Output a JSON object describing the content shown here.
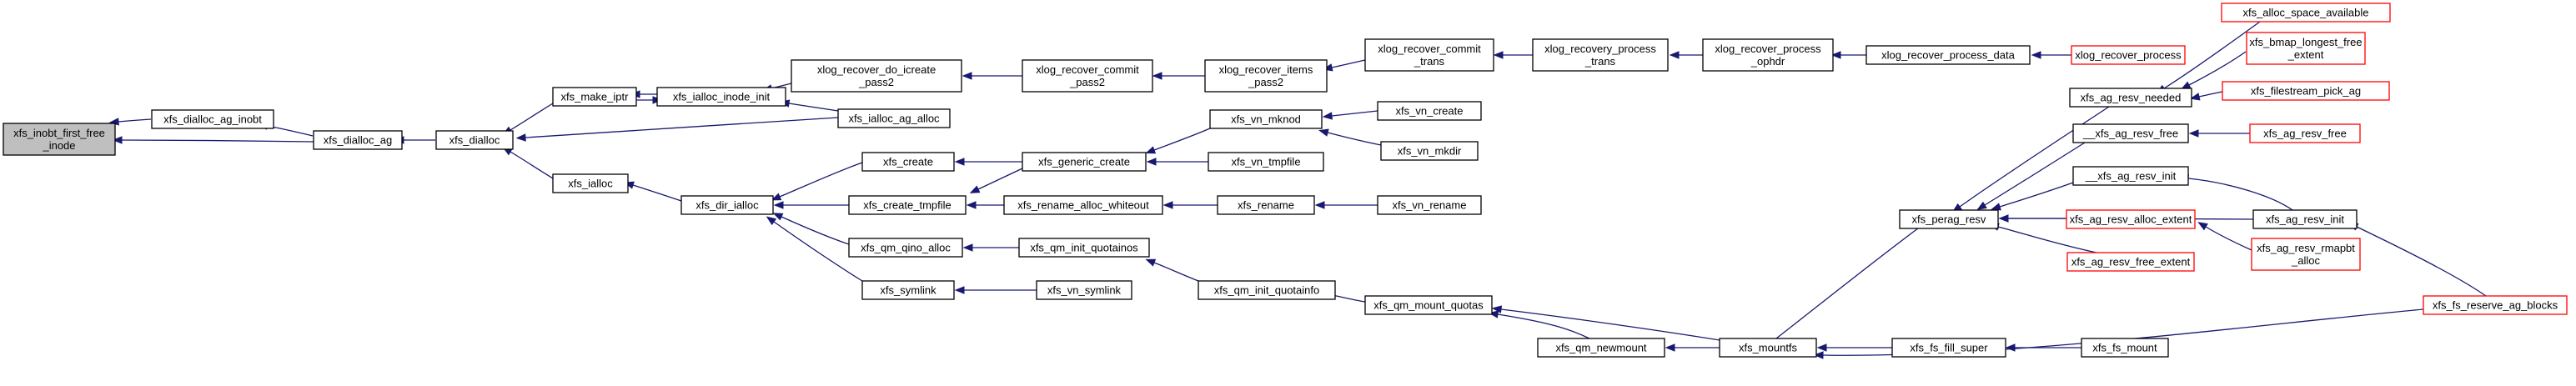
{
  "colors": {
    "edge": "#191970",
    "node_border": "#000000",
    "node_border_truncated": "#ff0000",
    "node_fill": "#ffffff",
    "root_fill": "#bfbfbf"
  },
  "graph": {
    "nodes": [
      {
        "id": "n0",
        "lines": [
          "xfs_inobt_first_free",
          "_inode"
        ],
        "kind": "root"
      },
      {
        "id": "n1",
        "lines": [
          "xfs_dialloc_ag_inobt"
        ],
        "kind": "normal"
      },
      {
        "id": "n2",
        "lines": [
          "xfs_dialloc_ag"
        ],
        "kind": "normal"
      },
      {
        "id": "n3",
        "lines": [
          "xfs_dialloc"
        ],
        "kind": "normal"
      },
      {
        "id": "n4",
        "lines": [
          "xfs_make_iptr"
        ],
        "kind": "normal"
      },
      {
        "id": "n5",
        "lines": [
          "xfs_ialloc_inode_init"
        ],
        "kind": "normal"
      },
      {
        "id": "n6",
        "lines": [
          "xfs_ialloc_ag_alloc"
        ],
        "kind": "normal"
      },
      {
        "id": "n7",
        "lines": [
          "xlog_recover_do_icreate",
          "_pass2"
        ],
        "kind": "normal"
      },
      {
        "id": "n8",
        "lines": [
          "xlog_recover_commit",
          "_pass2"
        ],
        "kind": "normal"
      },
      {
        "id": "n9",
        "lines": [
          "xlog_recover_items",
          "_pass2"
        ],
        "kind": "normal"
      },
      {
        "id": "n10",
        "lines": [
          "xlog_recover_commit",
          "_trans"
        ],
        "kind": "normal"
      },
      {
        "id": "n11",
        "lines": [
          "xlog_recovery_process",
          "_trans"
        ],
        "kind": "normal"
      },
      {
        "id": "n12",
        "lines": [
          "xlog_recover_process",
          "_ophdr"
        ],
        "kind": "normal"
      },
      {
        "id": "n13",
        "lines": [
          "xlog_recover_process_data"
        ],
        "kind": "normal"
      },
      {
        "id": "n14",
        "lines": [
          "xlog_recover_process"
        ],
        "kind": "truncated"
      },
      {
        "id": "n15",
        "lines": [
          "xfs_ialloc"
        ],
        "kind": "normal"
      },
      {
        "id": "n16",
        "lines": [
          "xfs_dir_ialloc"
        ],
        "kind": "normal"
      },
      {
        "id": "n17",
        "lines": [
          "xfs_create"
        ],
        "kind": "normal"
      },
      {
        "id": "n18",
        "lines": [
          "xfs_create_tmpfile"
        ],
        "kind": "normal"
      },
      {
        "id": "n19",
        "lines": [
          "xfs_qm_qino_alloc"
        ],
        "kind": "normal"
      },
      {
        "id": "n20",
        "lines": [
          "xfs_symlink"
        ],
        "kind": "normal"
      },
      {
        "id": "n21",
        "lines": [
          "xfs_generic_create"
        ],
        "kind": "normal"
      },
      {
        "id": "n22",
        "lines": [
          "xfs_rename_alloc_whiteout"
        ],
        "kind": "normal"
      },
      {
        "id": "n23",
        "lines": [
          "xfs_qm_init_quotainos"
        ],
        "kind": "normal"
      },
      {
        "id": "n24",
        "lines": [
          "xfs_vn_symlink"
        ],
        "kind": "normal"
      },
      {
        "id": "n25",
        "lines": [
          "xfs_vn_mknod"
        ],
        "kind": "normal"
      },
      {
        "id": "n26",
        "lines": [
          "xfs_vn_tmpfile"
        ],
        "kind": "normal"
      },
      {
        "id": "n27",
        "lines": [
          "xfs_rename"
        ],
        "kind": "normal"
      },
      {
        "id": "n28",
        "lines": [
          "xfs_qm_init_quotainfo"
        ],
        "kind": "normal"
      },
      {
        "id": "n29",
        "lines": [
          "xfs_vn_create"
        ],
        "kind": "normal"
      },
      {
        "id": "n30",
        "lines": [
          "xfs_vn_mkdir"
        ],
        "kind": "normal"
      },
      {
        "id": "n31",
        "lines": [
          "xfs_vn_rename"
        ],
        "kind": "normal"
      },
      {
        "id": "n32",
        "lines": [
          "xfs_qm_mount_quotas"
        ],
        "kind": "normal"
      },
      {
        "id": "n33",
        "lines": [
          "xfs_qm_newmount"
        ],
        "kind": "normal"
      },
      {
        "id": "n34",
        "lines": [
          "xfs_mountfs"
        ],
        "kind": "normal"
      },
      {
        "id": "n35",
        "lines": [
          "xfs_perag_resv"
        ],
        "kind": "normal"
      },
      {
        "id": "n36",
        "lines": [
          "xfs_fs_fill_super"
        ],
        "kind": "normal"
      },
      {
        "id": "n37",
        "lines": [
          "xfs_fs_mount"
        ],
        "kind": "normal"
      },
      {
        "id": "n38",
        "lines": [
          "xfs_ag_resv_needed"
        ],
        "kind": "normal"
      },
      {
        "id": "n39",
        "lines": [
          "__xfs_ag_resv_free"
        ],
        "kind": "normal"
      },
      {
        "id": "n40",
        "lines": [
          "__xfs_ag_resv_init"
        ],
        "kind": "normal"
      },
      {
        "id": "n41",
        "lines": [
          "xfs_ag_resv_alloc_extent"
        ],
        "kind": "truncated"
      },
      {
        "id": "n42",
        "lines": [
          "xfs_ag_resv_free_extent"
        ],
        "kind": "truncated"
      },
      {
        "id": "n43",
        "lines": [
          "xfs_alloc_space_available"
        ],
        "kind": "truncated"
      },
      {
        "id": "n44",
        "lines": [
          "xfs_bmap_longest_free",
          "_extent"
        ],
        "kind": "truncated"
      },
      {
        "id": "n45",
        "lines": [
          "xfs_filestream_pick_ag"
        ],
        "kind": "truncated"
      },
      {
        "id": "n46",
        "lines": [
          "xfs_ag_resv_free"
        ],
        "kind": "truncated"
      },
      {
        "id": "n47",
        "lines": [
          "xfs_ag_resv_init"
        ],
        "kind": "normal"
      },
      {
        "id": "n48",
        "lines": [
          "xfs_ag_resv_rmapbt",
          "_alloc"
        ],
        "kind": "truncated"
      },
      {
        "id": "n49",
        "lines": [
          "xfs_fs_reserve_ag_blocks"
        ],
        "kind": "truncated"
      }
    ],
    "edges": [
      [
        "n1",
        "n0"
      ],
      [
        "n2",
        "n0"
      ],
      [
        "n2",
        "n1"
      ],
      [
        "n3",
        "n2"
      ],
      [
        "n4",
        "n3"
      ],
      [
        "n6",
        "n3"
      ],
      [
        "n15",
        "n3"
      ],
      [
        "n5",
        "n4"
      ],
      [
        "n4",
        "n5"
      ],
      [
        "n6",
        "n5"
      ],
      [
        "n7",
        "n5"
      ],
      [
        "n8",
        "n7"
      ],
      [
        "n9",
        "n8"
      ],
      [
        "n10",
        "n9"
      ],
      [
        "n11",
        "n10"
      ],
      [
        "n12",
        "n11"
      ],
      [
        "n13",
        "n12"
      ],
      [
        "n14",
        "n13"
      ],
      [
        "n16",
        "n15"
      ],
      [
        "n17",
        "n16"
      ],
      [
        "n18",
        "n16"
      ],
      [
        "n19",
        "n16"
      ],
      [
        "n20",
        "n16"
      ],
      [
        "n21",
        "n17"
      ],
      [
        "n21",
        "n18"
      ],
      [
        "n22",
        "n18"
      ],
      [
        "n23",
        "n19"
      ],
      [
        "n24",
        "n20"
      ],
      [
        "n25",
        "n21"
      ],
      [
        "n26",
        "n21"
      ],
      [
        "n27",
        "n22"
      ],
      [
        "n28",
        "n23"
      ],
      [
        "n29",
        "n25"
      ],
      [
        "n30",
        "n25"
      ],
      [
        "n31",
        "n27"
      ],
      [
        "n32",
        "n28"
      ],
      [
        "n33",
        "n32"
      ],
      [
        "n34",
        "n32"
      ],
      [
        "n34",
        "n33"
      ],
      [
        "n36",
        "n34"
      ],
      [
        "n37",
        "n36"
      ],
      [
        "n34",
        "n35"
      ],
      [
        "n38",
        "n35"
      ],
      [
        "n39",
        "n35"
      ],
      [
        "n40",
        "n35"
      ],
      [
        "n41",
        "n35"
      ],
      [
        "n42",
        "n35"
      ],
      [
        "n47",
        "n35"
      ],
      [
        "n43",
        "n38"
      ],
      [
        "n44",
        "n38"
      ],
      [
        "n45",
        "n38"
      ],
      [
        "n46",
        "n39"
      ],
      [
        "n47",
        "n40"
      ],
      [
        "n48",
        "n41"
      ],
      [
        "n49",
        "n47"
      ],
      [
        "n49",
        "n34"
      ]
    ]
  }
}
